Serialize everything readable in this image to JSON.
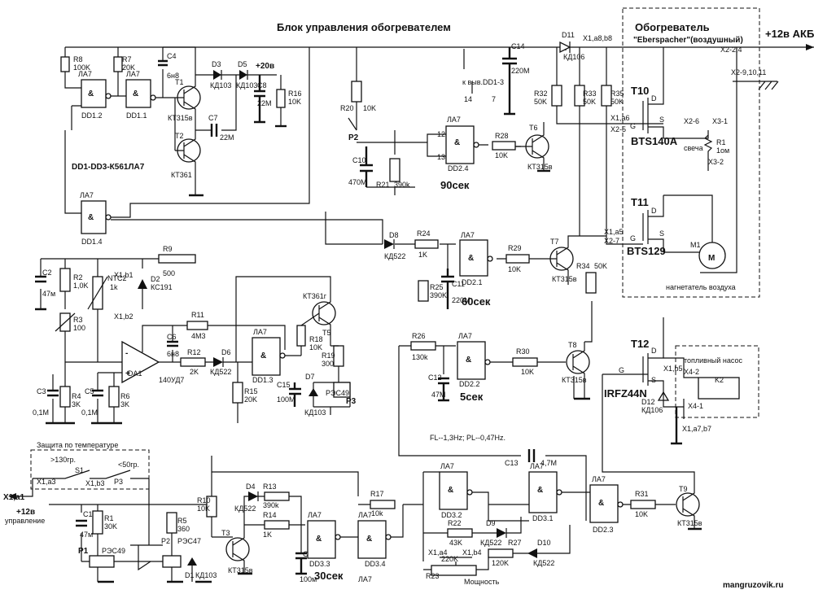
{
  "title": "Блок управления обогревателем",
  "heater": {
    "title": "Обогреватель",
    "subtitle": "\"Eberspacher\"(воздушный)",
    "supply": "+12в АКБ",
    "supply_pins": "X1,a8,b8",
    "supply_pins2": "X2-2,4",
    "gnd_pins": "X2-9,10,11",
    "t10_name": "T10",
    "t10_part": "BTS140A",
    "t11_name": "T11",
    "t11_part": "BTS129",
    "t12_name": "T12",
    "t12_part": "IRFZ44N",
    "glow_label": "свеча",
    "r1_name": "R1",
    "r1_value": "1ом",
    "m1_name": "M1",
    "motor_label": "нагнетатель воздуха",
    "pump_label": "топливный насос",
    "k2": "K2",
    "x26": "X2-6",
    "x31": "X3-1",
    "x32": "X3-2",
    "x25": "X2-5",
    "x27": "X2-7",
    "x1a6": "X1,a6",
    "x1a5": "X1,a5",
    "x1b5": "X1,b5",
    "x42": "X4-2",
    "x41": "X4-1",
    "x1a7": "X1,a7,b7"
  },
  "ic_note": "DD1-DD3-К561ЛА7",
  "supply20": "+20в",
  "timers": {
    "t90": "90сек",
    "t60": "60сек",
    "t5": "5сек",
    "t30": "30сек"
  },
  "freq_note": "FL--1,3Hz;  PL--0,47Hz.",
  "power_label": "Мощность",
  "protection": {
    "title": "Защита по температуре",
    "s1": "S1",
    "p3": "P3",
    "hi": ">130гр.",
    "lo": "<50гр.",
    "x1a3": "X1,a3",
    "x1b3": "X1,b3",
    "x1a1": "X1,a1",
    "supply": "+12в",
    "supply_desc": "управление"
  },
  "labels": {
    "r8": "R8",
    "r8v": "100K",
    "r7": "R7",
    "r7v": "20K",
    "c4": "C4",
    "c4v": "6н8",
    "t1": "T1",
    "t1p": "КТ315в",
    "t2": "T2",
    "t2p": "КТ361",
    "d3": "D3",
    "d3p": "КД103",
    "d5": "D5",
    "d5p": "КД103",
    "c7": "C7",
    "c7v": "22M",
    "c8": "C8",
    "c8v": "22M",
    "r16": "R16",
    "r16v": "10K",
    "d11": "D11",
    "d11p": "КД106",
    "c14": "C14",
    "c14v": "220M",
    "dd12": "DD1.2",
    "dd11": "DD1.1",
    "dd14": "DD1.4",
    "dd13": "DD1.3",
    "dd24": "DD2.4",
    "dd21": "DD2.1",
    "dd22": "DD2.2",
    "dd23": "DD2.3",
    "dd32": "DD3.2",
    "dd31": "DD3.1",
    "dd33": "DD3.3",
    "dd34": "DD3.4",
    "la7": "ЛА7",
    "r20": "R20",
    "r20v": "10K",
    "p2": "P2",
    "c10": "C10",
    "c10v": "470M",
    "r21": "R21",
    "r21v": "390k",
    "kvyv": "к выв.DD1-3",
    "n14": "14",
    "n7": "7",
    "r28": "R28",
    "r28v": "10K",
    "t6": "T6",
    "t6p": "КТ315в",
    "r32": "R32",
    "r32v": "50K",
    "r33": "R33",
    "r33v": "50K",
    "r35": "R35",
    "r35v": "50K",
    "d8": "D8",
    "d8p": "КД522",
    "r24": "R24",
    "r24v": "1K",
    "r25": "R25",
    "r25v": "390K",
    "c11": "C11",
    "c11v": "220M",
    "r29": "R29",
    "r29v": "10K",
    "t7": "T7",
    "t7p": "КТ315в",
    "r34": "R34",
    "r34v": "50K",
    "r26": "R26",
    "r26v": "130k",
    "c12": "C12",
    "c12v": "47M",
    "r30": "R30",
    "r30v": "10K",
    "t8": "T8",
    "t8p": "КТ315в",
    "d12": "D12",
    "d12p": "КД106",
    "c2": "C2",
    "c2v": "47м",
    "r2": "R2",
    "r2v": "1,0K",
    "ntc": "NTC2",
    "ntcv": "1k",
    "x1b1": "X1,b1",
    "x1b2": "X1,b2",
    "d2": "D2",
    "d2p": "КС191",
    "r9": "R9",
    "r9v": "500",
    "r3": "R3",
    "r3v": "100",
    "r11": "R11",
    "r11v": "4M3",
    "c6": "C6",
    "c6v": "6н8",
    "da1": "DA1",
    "da1p": "140УД7",
    "r12": "R12",
    "r12v": "2K",
    "d6": "D6",
    "d6p": "КД522",
    "c3": "C3",
    "c3v": "0,1M",
    "r4": "R4",
    "r4v": "3K",
    "c5": "C5",
    "c5v": "0,1M",
    "r6": "R6",
    "r6v": "3K",
    "r15": "R15",
    "r15v": "20K",
    "t5": "T5",
    "t5p": "КТ361г",
    "r18": "R18",
    "r18v": "10K",
    "r19": "R19",
    "r19v": "300",
    "c15": "C15",
    "c15v": "100M",
    "d7": "D7",
    "d7p": "КД103",
    "p3": "P3",
    "p3p": "РЭС49",
    "c1": "C1",
    "c1v": "47м",
    "r1": "R1",
    "r1v": "30K",
    "p1": "P1",
    "p1p": "РЭС49",
    "r5": "R5",
    "r5v": "360",
    "p2b": "P2",
    "p2p": "РЭС47",
    "d1": "D1",
    "d1p": "КД103",
    "r10": "R10",
    "r10v": "10K",
    "d4": "D4",
    "d4p": "КД522",
    "r13": "R13",
    "r13v": "390k",
    "r14": "R14",
    "r14v": "1K",
    "t3": "T3",
    "t3p": "КТ315в",
    "c9": "C9",
    "c9v": "100м",
    "r17": "R17",
    "r17v": "10k",
    "c13": "C13",
    "c13v": "4,7M",
    "r22": "R22",
    "r22v": "43K",
    "d9": "D9",
    "d9p": "КД522",
    "r27": "R27",
    "r27v": "120K",
    "d10": "D10",
    "d10p": "КД522",
    "r23": "R23",
    "r23v": "220K",
    "x1a4": "X1,a4",
    "x1b4": "X1,b4",
    "r31": "R31",
    "r31v": "10K",
    "t9": "T9",
    "t9p": "КТ315в",
    "g": "G",
    "d": "D",
    "s": "S"
  },
  "watermark": "mangruzovik.ru"
}
